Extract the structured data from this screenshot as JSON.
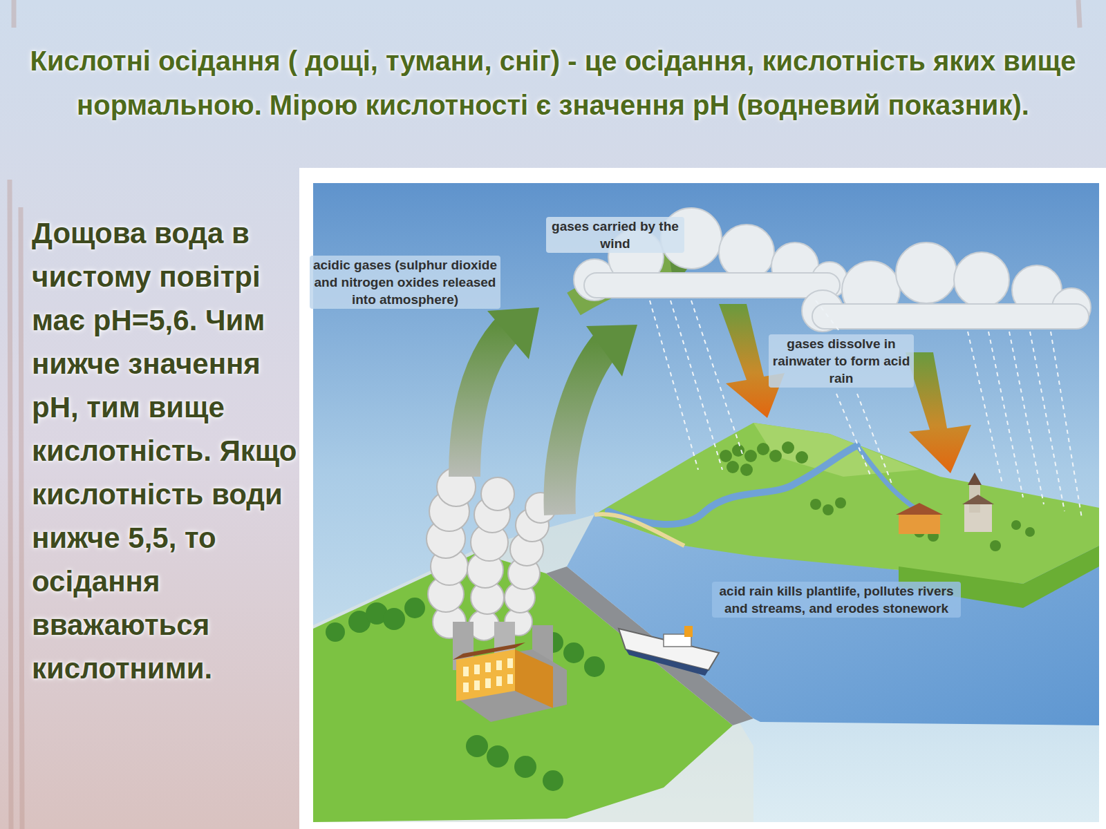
{
  "diagram": {
    "title": "Кислотні осідання ( дощі, тумани, сніг) - це осідання, кислотність яких вище нормальною. Мірою кислотності є значення pH (водневий показник).",
    "labels": [
      "Дощова вода в чистому повітрі має pH=5,6. Чим нижче значення pH, тим вище кислотність. Якщо кислотність води нижче 5,5, то осідання вважаються кислотними.",
      "gases carried by the wind",
      "acidic gases (sulphur dioxide and nitrogen oxides released into atmosphere)",
      "gases dissolve in rainwater to form acid rain",
      "acid rain kills plantlife, pollutes rivers and streams, and erodes stonework"
    ]
  }
}
